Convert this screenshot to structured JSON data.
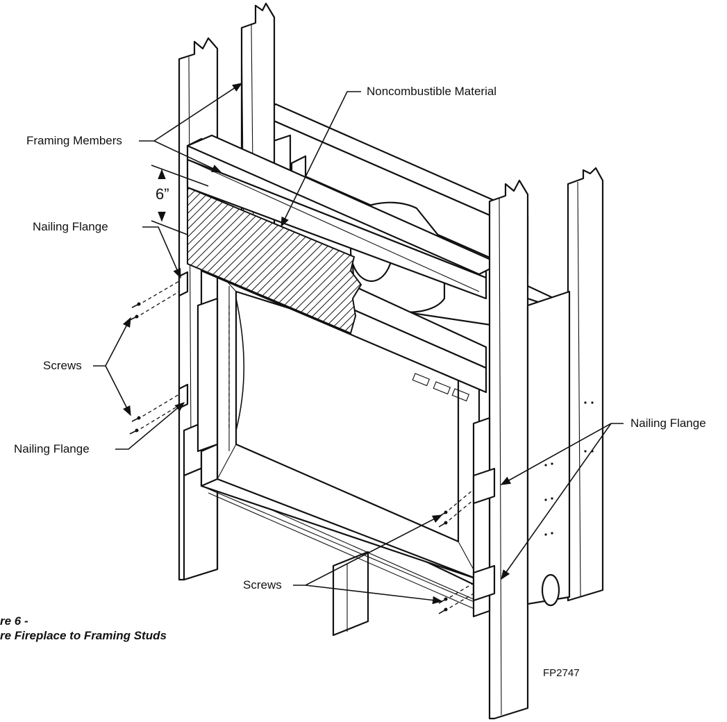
{
  "labels": {
    "framing_members": "Framing Members",
    "noncombustible_material": "Noncombustible Material",
    "dimension": "6”",
    "nailing_flange_upper_left": "Nailing Flange",
    "screws_left": "Screws",
    "nailing_flange_lower_left": "Nailing Flange",
    "nailing_flange_right": "Nailing Flange",
    "screws_bottom": "Screws"
  },
  "caption": {
    "line1": "re 6 -",
    "line2": "re Fireplace to Framing Studs"
  },
  "drawing_code": "FP2747",
  "colors": {
    "line": "#111111",
    "background": "#ffffff"
  }
}
